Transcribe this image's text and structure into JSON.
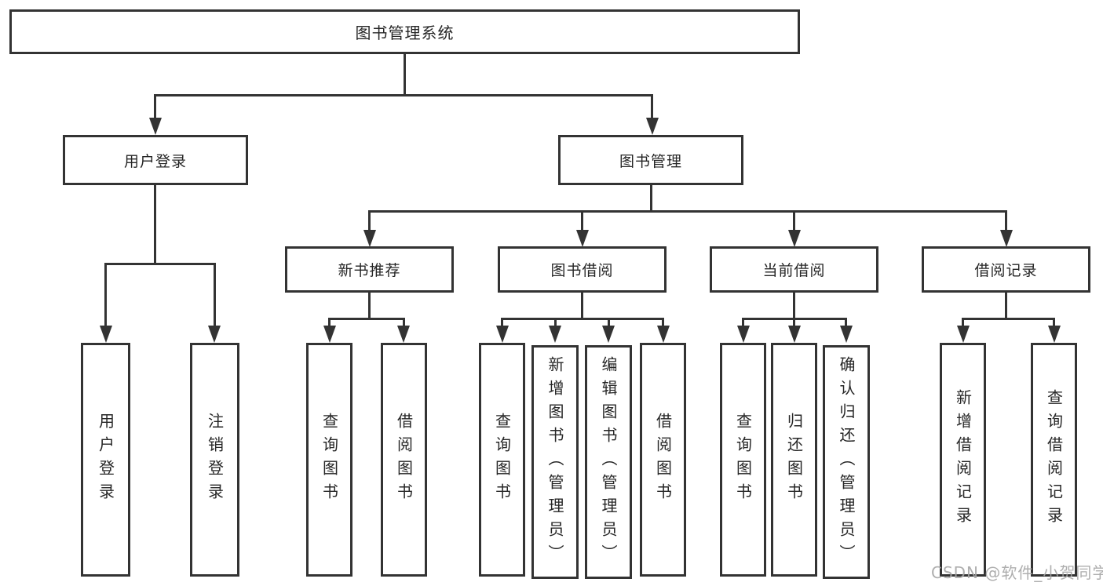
{
  "diagram": {
    "root": {
      "label": "图书管理系统"
    },
    "branches": [
      {
        "label": "用户登录",
        "leaves": [
          {
            "label": "用户登录"
          },
          {
            "label": "注销登录"
          }
        ]
      },
      {
        "label": "图书管理",
        "groups": [
          {
            "label": "新书推荐",
            "leaves": [
              {
                "label": "查询图书"
              },
              {
                "label": "借阅图书"
              }
            ]
          },
          {
            "label": "图书借阅",
            "leaves": [
              {
                "label": "查询图书"
              },
              {
                "label": "新增图书（管理员）"
              },
              {
                "label": "编辑图书（管理员）"
              },
              {
                "label": "借阅图书"
              }
            ]
          },
          {
            "label": "当前借阅",
            "leaves": [
              {
                "label": "查询图书"
              },
              {
                "label": "归还图书"
              },
              {
                "label": "确认归还（管理员）"
              }
            ]
          },
          {
            "label": "借阅记录",
            "leaves": [
              {
                "label": "新增借阅记录"
              },
              {
                "label": "查询借阅记录"
              }
            ]
          }
        ]
      }
    ]
  },
  "watermark": {
    "text": "CSDN @软件_小贺同学"
  },
  "colors": {
    "line": "#333333",
    "box_border": "#333333",
    "text": "#262626",
    "watermark": "#a5a5a5",
    "background": "#ffffff"
  }
}
